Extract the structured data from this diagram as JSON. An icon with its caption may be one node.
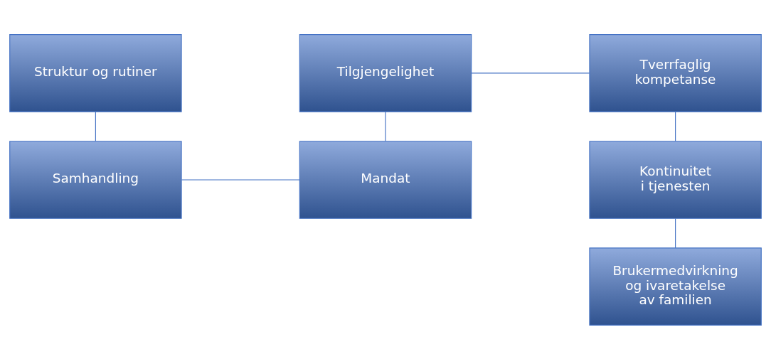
{
  "diagram": {
    "nodes": [
      {
        "text": [
          "Struktur og rutiner"
        ]
      },
      {
        "text": [
          "Tilgjengelighet"
        ]
      },
      {
        "text": [
          "Tverrfaglig kompetanse"
        ]
      },
      {
        "text": [
          "Samhandling"
        ]
      },
      {
        "text": [
          "Mandat"
        ]
      },
      {
        "text": [
          "Kontinuitet i tjenesten"
        ]
      },
      {
        "text": [
          "Brukermedvirkning og ivaretakelse av familien"
        ]
      }
    ],
    "edges": [
      {
        "from": 0,
        "to": 3,
        "arrow": "none"
      },
      {
        "from": 1,
        "to": 2,
        "arrow": "none"
      },
      {
        "from": 1,
        "to": 4,
        "arrow": "none"
      },
      {
        "from": 3,
        "to": 4,
        "arrow": "none"
      },
      {
        "from": 2,
        "to": 5,
        "arrow": "none"
      },
      {
        "from": 5,
        "to": 6,
        "arrow": "none"
      }
    ]
  }
}
